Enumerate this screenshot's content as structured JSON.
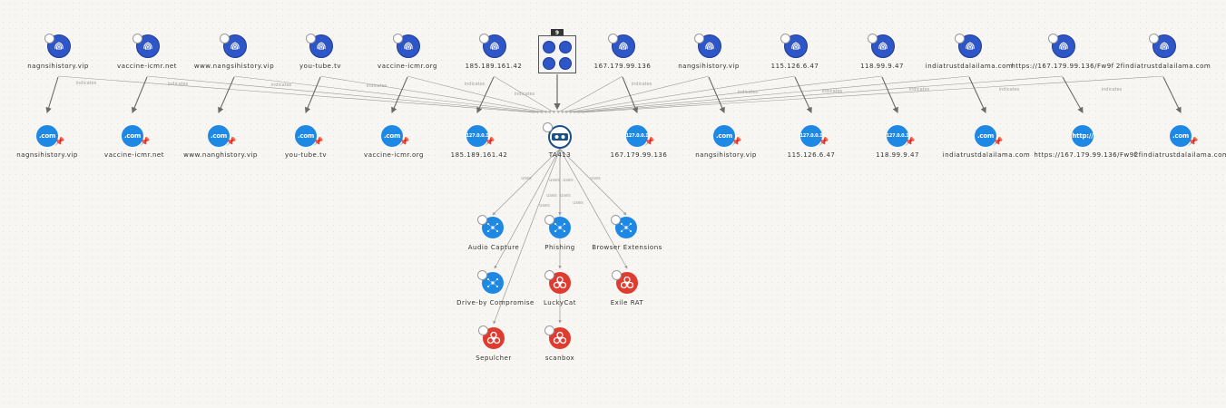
{
  "indicators": [
    {
      "label": "nagnsihistory.vip"
    },
    {
      "label": "vaccine-icmr.net"
    },
    {
      "label": "www.nangsihistory.vip"
    },
    {
      "label": "you-tube.tv"
    },
    {
      "label": "vaccine-icmr.org"
    },
    {
      "label": "185.189.161.42"
    },
    {
      "label": "167.179.99.136"
    },
    {
      "label": "nangsihistory.vip"
    },
    {
      "label": "115.126.6.47"
    },
    {
      "label": "118.99.9.47"
    },
    {
      "label": "indiatrustdalailama.com"
    },
    {
      "label": "https://167.179.99.136/Fw9f"
    },
    {
      "label": "2findiatrustdalailama.com"
    }
  ],
  "indicator_group": {
    "count": "9"
  },
  "edge_label_indicates": "indicates",
  "edge_label_uses": "uses",
  "observables": [
    {
      "label": "nagnsihistory.vip",
      "icon_text": ".com",
      "kind": "domain"
    },
    {
      "label": "vaccine-icmr.net",
      "icon_text": ".com",
      "kind": "domain"
    },
    {
      "label": "www.nanghistory.vip",
      "icon_text": ".com",
      "kind": "domain"
    },
    {
      "label": "you-tube.tv",
      "icon_text": ".com",
      "kind": "domain"
    },
    {
      "label": "vaccine-icmr.org",
      "icon_text": ".com",
      "kind": "domain"
    },
    {
      "label": "185.189.161.42",
      "icon_text": "127.0.0.1",
      "kind": "ip"
    },
    {
      "label": "TA413",
      "icon_text": "",
      "kind": "actor"
    },
    {
      "label": "167.179.99.136",
      "icon_text": "127.0.0.1",
      "kind": "ip"
    },
    {
      "label": "nangsihistory.vip",
      "icon_text": ".com",
      "kind": "domain"
    },
    {
      "label": "115.126.6.47",
      "icon_text": "127.0.0.1",
      "kind": "ip"
    },
    {
      "label": "118.99.9.47",
      "icon_text": "127.0.0.1",
      "kind": "ip"
    },
    {
      "label": "indiatrustdalailama.com",
      "icon_text": ".com",
      "kind": "domain"
    },
    {
      "label": "https://167.179.99.136/Fw9f",
      "icon_text": "http://",
      "kind": "url"
    },
    {
      "label": "2findiatrustdalailama.com",
      "icon_text": ".com",
      "kind": "domain"
    }
  ],
  "attack_patterns": [
    {
      "label": "Audio Capture"
    },
    {
      "label": "Phishing"
    },
    {
      "label": "Browser Extensions"
    },
    {
      "label": "Drive-by Compromise"
    }
  ],
  "malware": [
    {
      "label": "LuckyCat"
    },
    {
      "label": "Exile RAT"
    },
    {
      "label": "Sepulcher"
    },
    {
      "label": "scanbox"
    }
  ],
  "colors": {
    "indicator": "#2f56c7",
    "observable": "#1e88e5",
    "attack_pattern": "#1e88e5",
    "malware": "#e03b2f",
    "pin": "#e8a020",
    "edge": "#9a9a9a",
    "edge_dark": "#6b6b6b"
  },
  "icons": {
    "indicator": "fingerprint-icon",
    "actor": "threat-actor-icon",
    "attack_pattern": "attack-pattern-icon",
    "malware": "biohazard-icon",
    "pin": "pin-icon"
  }
}
